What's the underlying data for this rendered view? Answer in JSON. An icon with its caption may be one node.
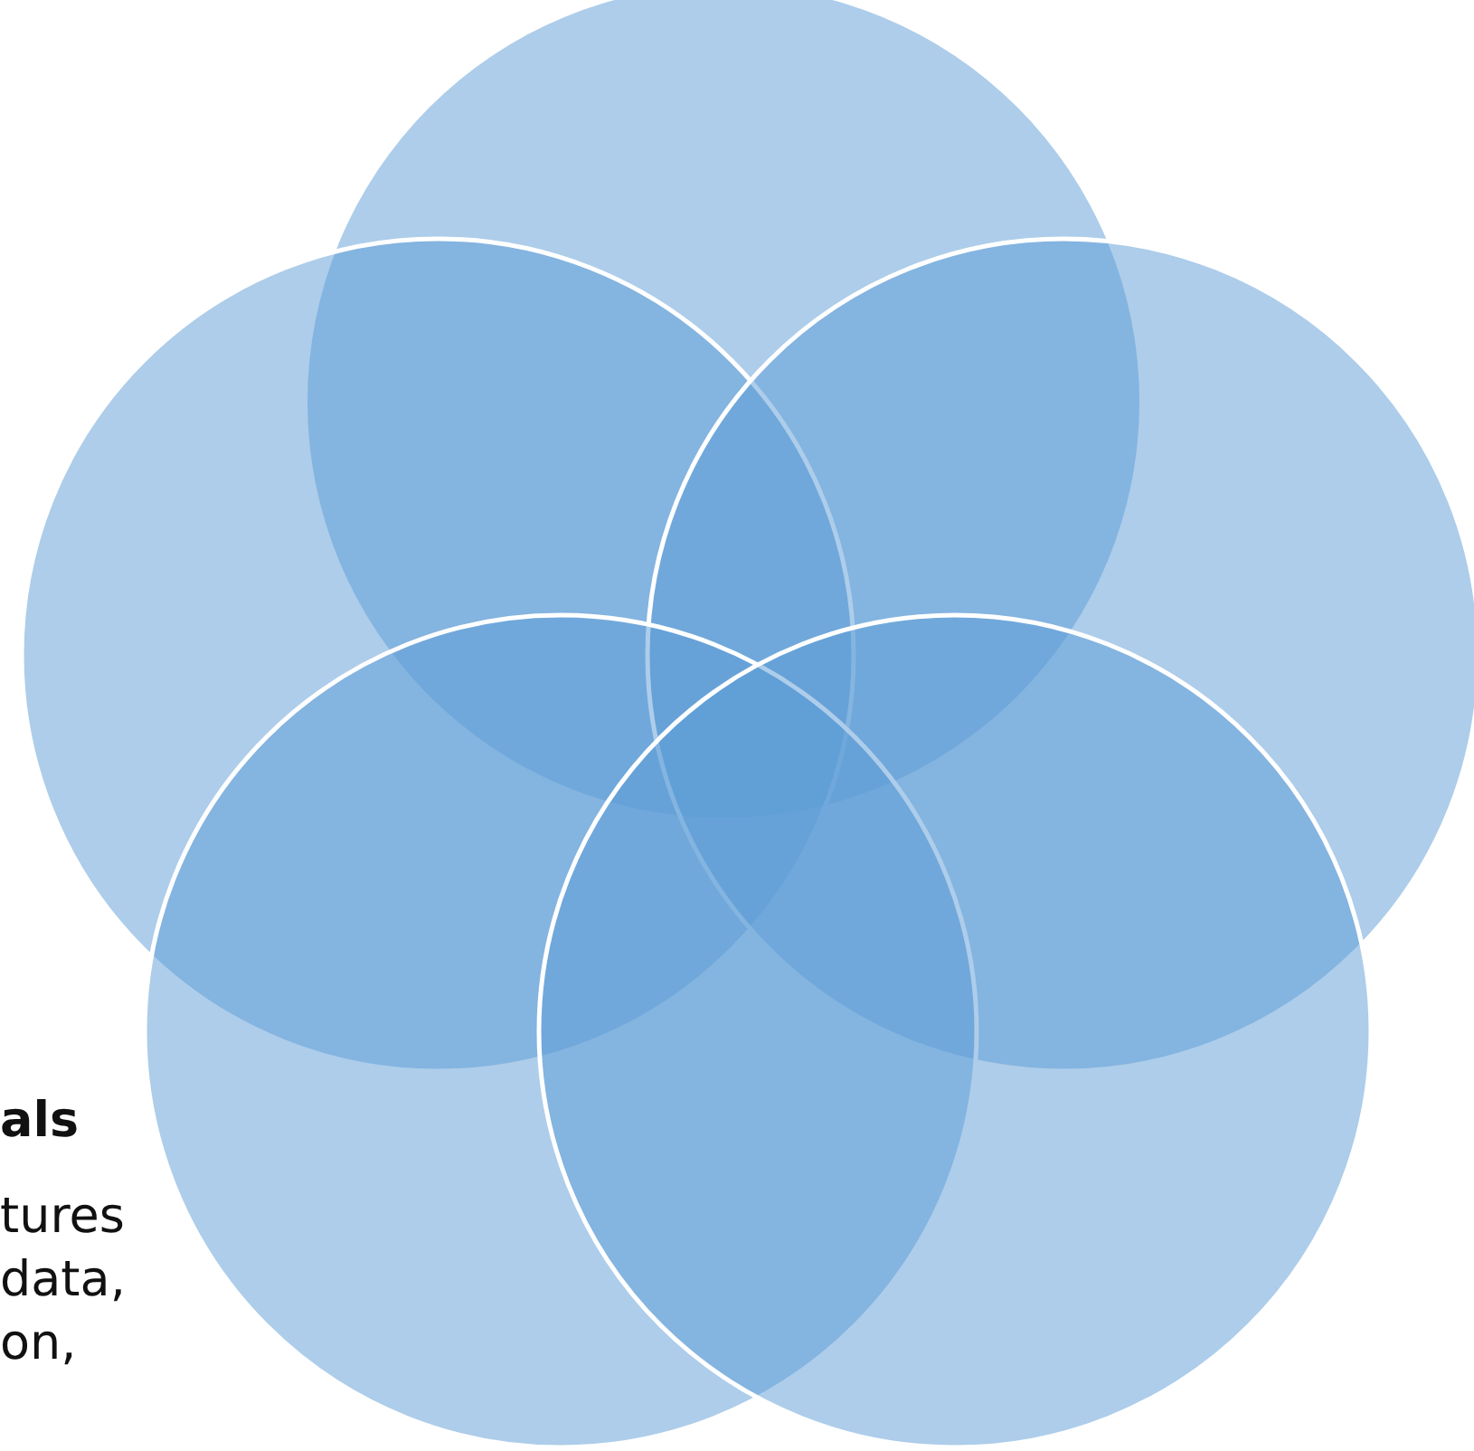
{
  "diagram": {
    "nodes": [
      {
        "text": [],
        "shape": "circle"
      },
      {
        "text": [],
        "shape": "circle"
      },
      {
        "text": [],
        "shape": "circle"
      },
      {
        "text": [],
        "shape": "circle"
      },
      {
        "text": [],
        "shape": "circle"
      }
    ],
    "edges": [],
    "labels": [
      "als",
      "tures data, on,"
    ]
  }
}
